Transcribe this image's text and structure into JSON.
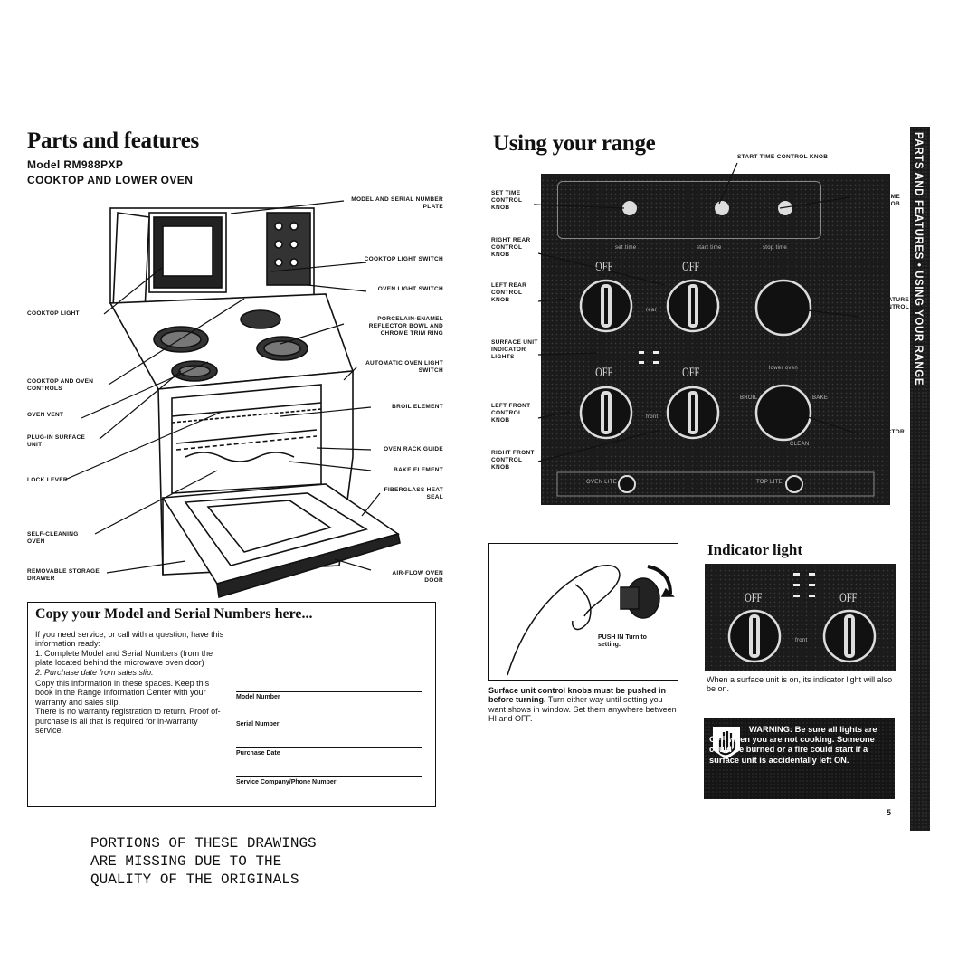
{
  "left": {
    "title": "Parts and features",
    "model": "Model RM988PXP",
    "subtitle": "COOKTOP AND LOWER OVEN",
    "labels_right": [
      "MODEL AND SERIAL NUMBER PLATE",
      "COOKTOP LIGHT SWITCH",
      "OVEN LIGHT SWITCH",
      "PORCELAIN-ENAMEL REFLECTOR BOWL AND CHROME TRIM RING",
      "AUTOMATIC OVEN LIGHT SWITCH",
      "BROIL ELEMENT",
      "OVEN RACK GUIDE",
      "BAKE ELEMENT",
      "FIBERGLASS HEAT SEAL",
      "AIR-FLOW OVEN DOOR"
    ],
    "labels_left": [
      "COOKTOP LIGHT",
      "COOKTOP AND OVEN CONTROLS",
      "OVEN VENT",
      "PLUG-IN SURFACE UNIT",
      "LOCK LEVER",
      "SELF-CLEANING OVEN",
      "REMOVABLE STORAGE DRAWER"
    ],
    "copy_box": {
      "heading": "Copy your Model and Serial Numbers here...",
      "p1": "If you need service, or call with a question, have this information ready:",
      "p2": "1. Complete Model and Serial Numbers (from the plate located behind the microwave oven door)",
      "p3": "2. Purchase date from sales slip.",
      "p4": "Copy this information in these spaces. Keep this book in the Range Information Center with your warranty and sales slip.",
      "p5": "There is no warranty registration to return. Proof of-purchase is all that is required for in-warranty service.",
      "fields": [
        "Model Number",
        "Serial Number",
        "Purchase Date",
        "Service Company/Phone Number"
      ]
    }
  },
  "right": {
    "title": "Using your range",
    "labels_top": "START TIME CONTROL KNOB",
    "labels_left": [
      "SET TIME CONTROL KNOB",
      "RIGHT REAR CONTROL KNOB",
      "LEFT REAR CONTROL KNOB",
      "SURFACE UNIT INDICATOR LIGHTS",
      "LEFT FRONT CONTROL KNOB",
      "RIGHT FRONT CONTROL KNOB"
    ],
    "labels_right": [
      "STOP TIME CONTROL KNOB",
      "OVEN TEMPERATURE CONTROL",
      "OVEN SELECTOR"
    ],
    "panel": {
      "off": "OFF",
      "rear": "rear",
      "front": "front",
      "set_time": "set time",
      "start_time": "start time",
      "stop_time": "stop time",
      "oven_lite": "OVEN LITE",
      "top_lite": "TOP LITE",
      "lower_oven": "lower oven",
      "broil": "BROIL",
      "bake": "BAKE",
      "clean": "CLEAN"
    },
    "push_text": "PUSH IN Turn to setting.",
    "surface_caption_bold": "Surface unit control knobs must be pushed in before turning.",
    "surface_caption": "Turn either way until setting you want shows in window. Set them anywhere between HI and OFF.",
    "indicator_title": "Indicator light",
    "indicator_caption": "When a surface unit is on, its indicator light will also be on.",
    "warning": "WARNING: Be sure all lights are OFF when you are not cooking. Someone could be burned or a fire could start if a surface unit is accidentally left ON.",
    "page_number": "5",
    "side_tab": "PARTS AND FEATURES • USING YOUR RANGE"
  },
  "footer_note": [
    "PORTIONS OF THESE DRAWINGS",
    "ARE MISSING DUE TO THE",
    "QUALITY OF THE ORIGINALS"
  ]
}
